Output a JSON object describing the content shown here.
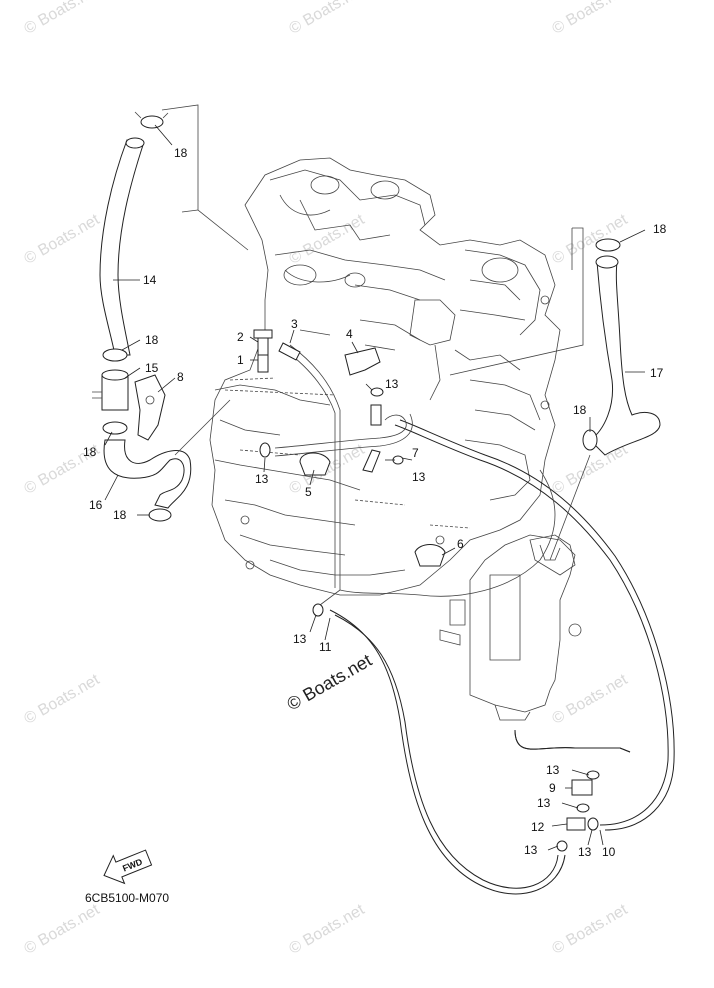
{
  "watermark_text": "© Boats.net",
  "center_watermark_text": "© Boats.net",
  "diagram_code": "6CB5100-M070",
  "fwd_label": "FWD",
  "callouts": {
    "c1": "1",
    "c2": "2",
    "c3": "3",
    "c4": "4",
    "c5": "5",
    "c6": "6",
    "c7": "7",
    "c8": "8",
    "c9": "9",
    "c10": "10",
    "c11": "11",
    "c12": "12",
    "c13a": "13",
    "c13b": "13",
    "c13c": "13",
    "c13d": "13",
    "c13e": "13",
    "c13f": "13",
    "c13g": "13",
    "c13h": "13",
    "c14": "14",
    "c15": "15",
    "c16": "16",
    "c17": "17",
    "c18a": "18",
    "c18b": "18",
    "c18c": "18",
    "c18d": "18",
    "c18e": "18",
    "c18f": "18"
  }
}
